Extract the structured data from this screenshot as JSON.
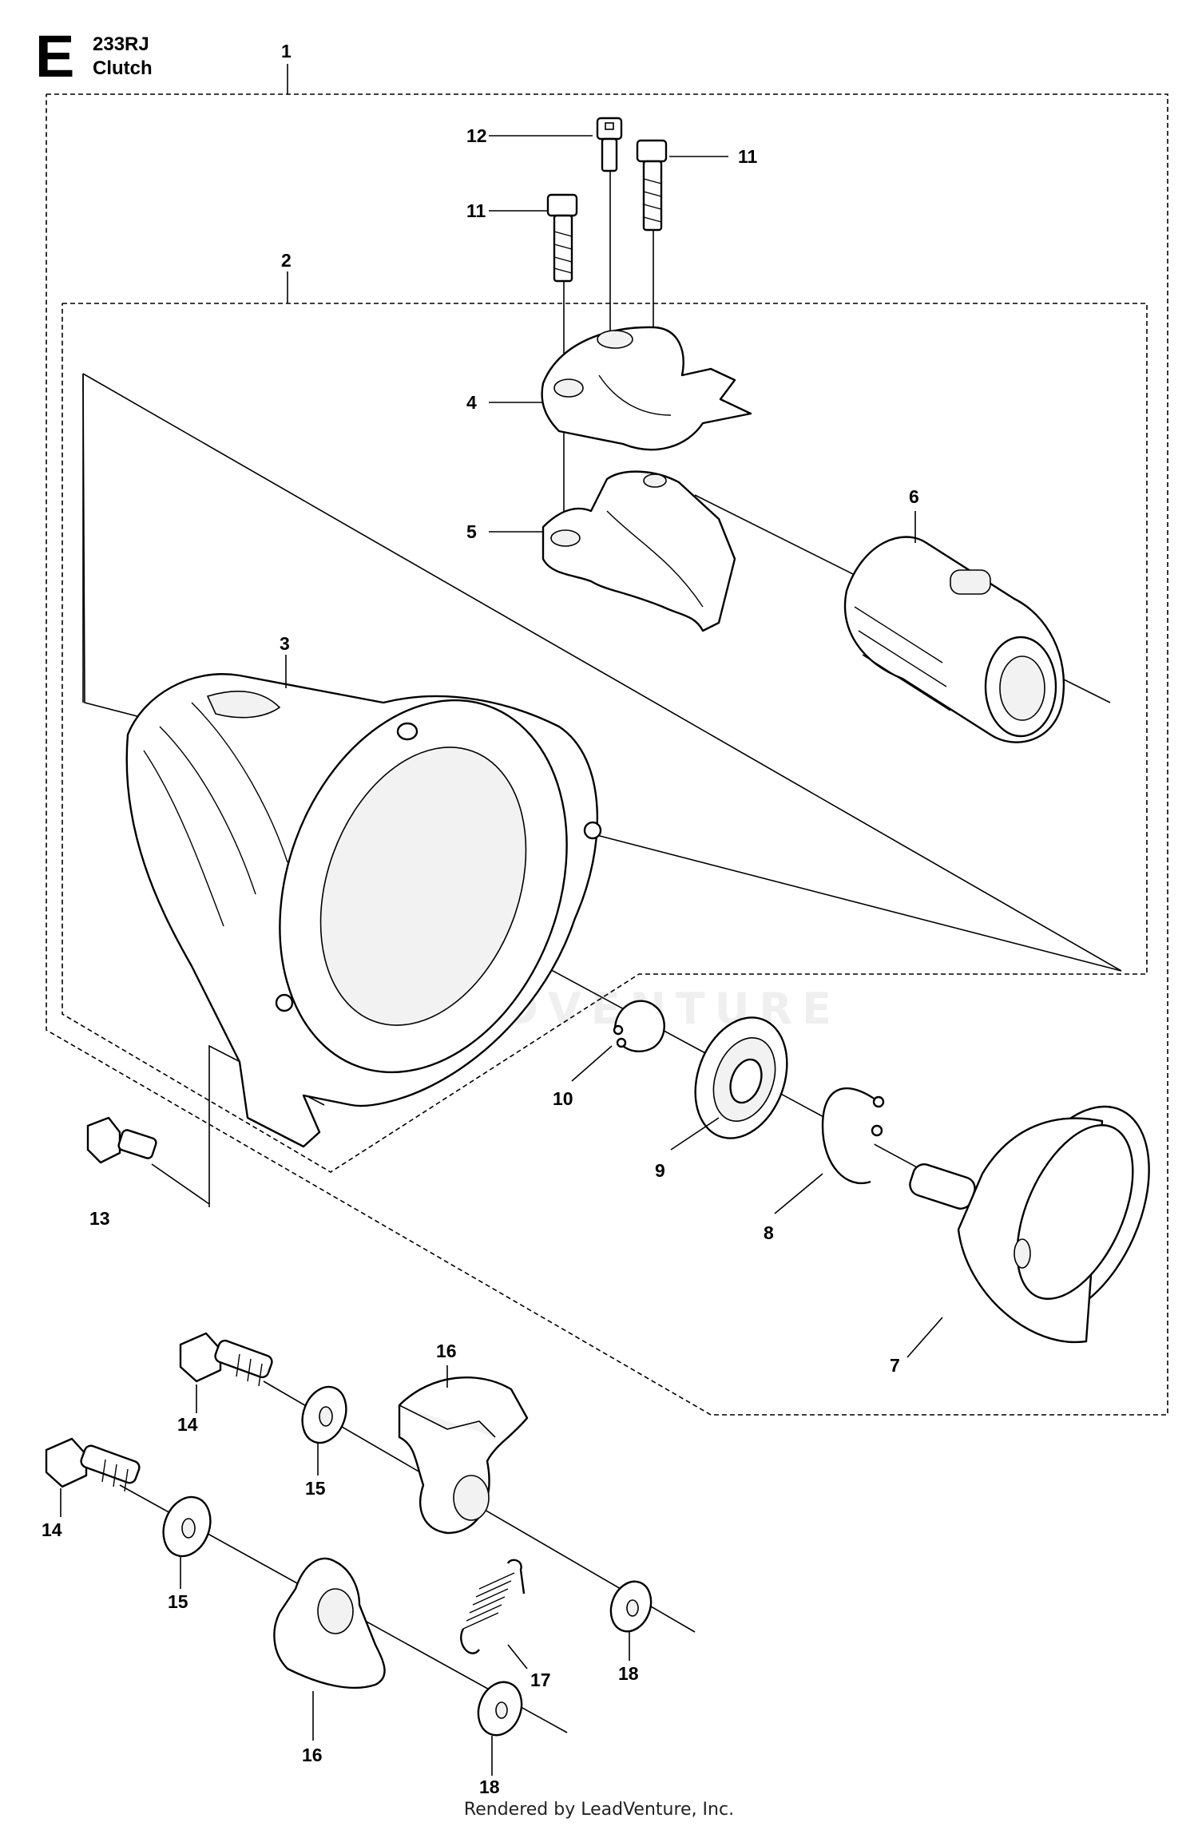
{
  "header": {
    "section": "E",
    "model": "233RJ",
    "title": "Clutch"
  },
  "callouts": {
    "p1": "1",
    "p2": "2",
    "p3": "3",
    "p4": "4",
    "p5": "5",
    "p6": "6",
    "p7": "7",
    "p8": "8",
    "p9": "9",
    "p10": "10",
    "p11a": "11",
    "p11b": "11",
    "p12": "12",
    "p13": "13",
    "p14a": "14",
    "p14b": "14",
    "p15a": "15",
    "p15b": "15",
    "p16a": "16",
    "p16b": "16",
    "p17": "17",
    "p18a": "18",
    "p18b": "18"
  },
  "watermark": "LEADVENTURE",
  "footer": "Rendered by LeadVenture, Inc."
}
